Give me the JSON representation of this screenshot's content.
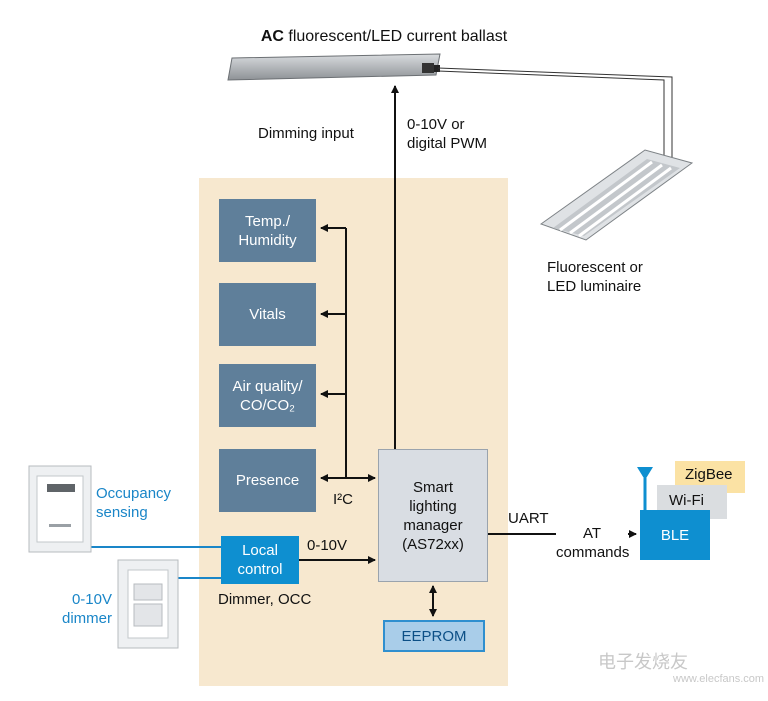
{
  "title": {
    "bold": "AC",
    "rest": " fluorescent/LED current ballast"
  },
  "dimming_input": "Dimming input",
  "dimming_signal": [
    "0-10V or",
    "digital PWM"
  ],
  "luminaire": [
    "Fluorescent or",
    "LED luminaire"
  ],
  "sensors": [
    {
      "lines": [
        "Temp./",
        "Humidity"
      ]
    },
    {
      "lines": [
        "Vitals"
      ]
    },
    {
      "lines": [
        "Air quality/",
        "CO/CO₂"
      ]
    },
    {
      "lines": [
        "Presence"
      ]
    }
  ],
  "i2c": "I²C",
  "manager": [
    "Smart",
    "lighting",
    "manager",
    "(AS72xx)"
  ],
  "eeprom": "EEPROM",
  "occupancy": [
    "Occupancy",
    "sensing"
  ],
  "dimmer": [
    "0-10V",
    "dimmer"
  ],
  "local_control": [
    "Local",
    "control"
  ],
  "zero_ten": "0-10V",
  "dimmer_occ": "Dimmer, OCC",
  "uart": "UART",
  "at_commands": [
    "AT",
    "commands"
  ],
  "radios": {
    "zigbee": "ZigBee",
    "wifi": "Wi-Fi",
    "ble": "BLE"
  },
  "watermark": {
    "main": "电子发烧友",
    "url": "www.elecfans.com"
  },
  "colors": {
    "panel": "#f7e8cf",
    "sensor": "#5f7f9a",
    "accent": "#0e8fd0",
    "zigbee": "#fbe2a4",
    "wifi": "#dadde0"
  }
}
